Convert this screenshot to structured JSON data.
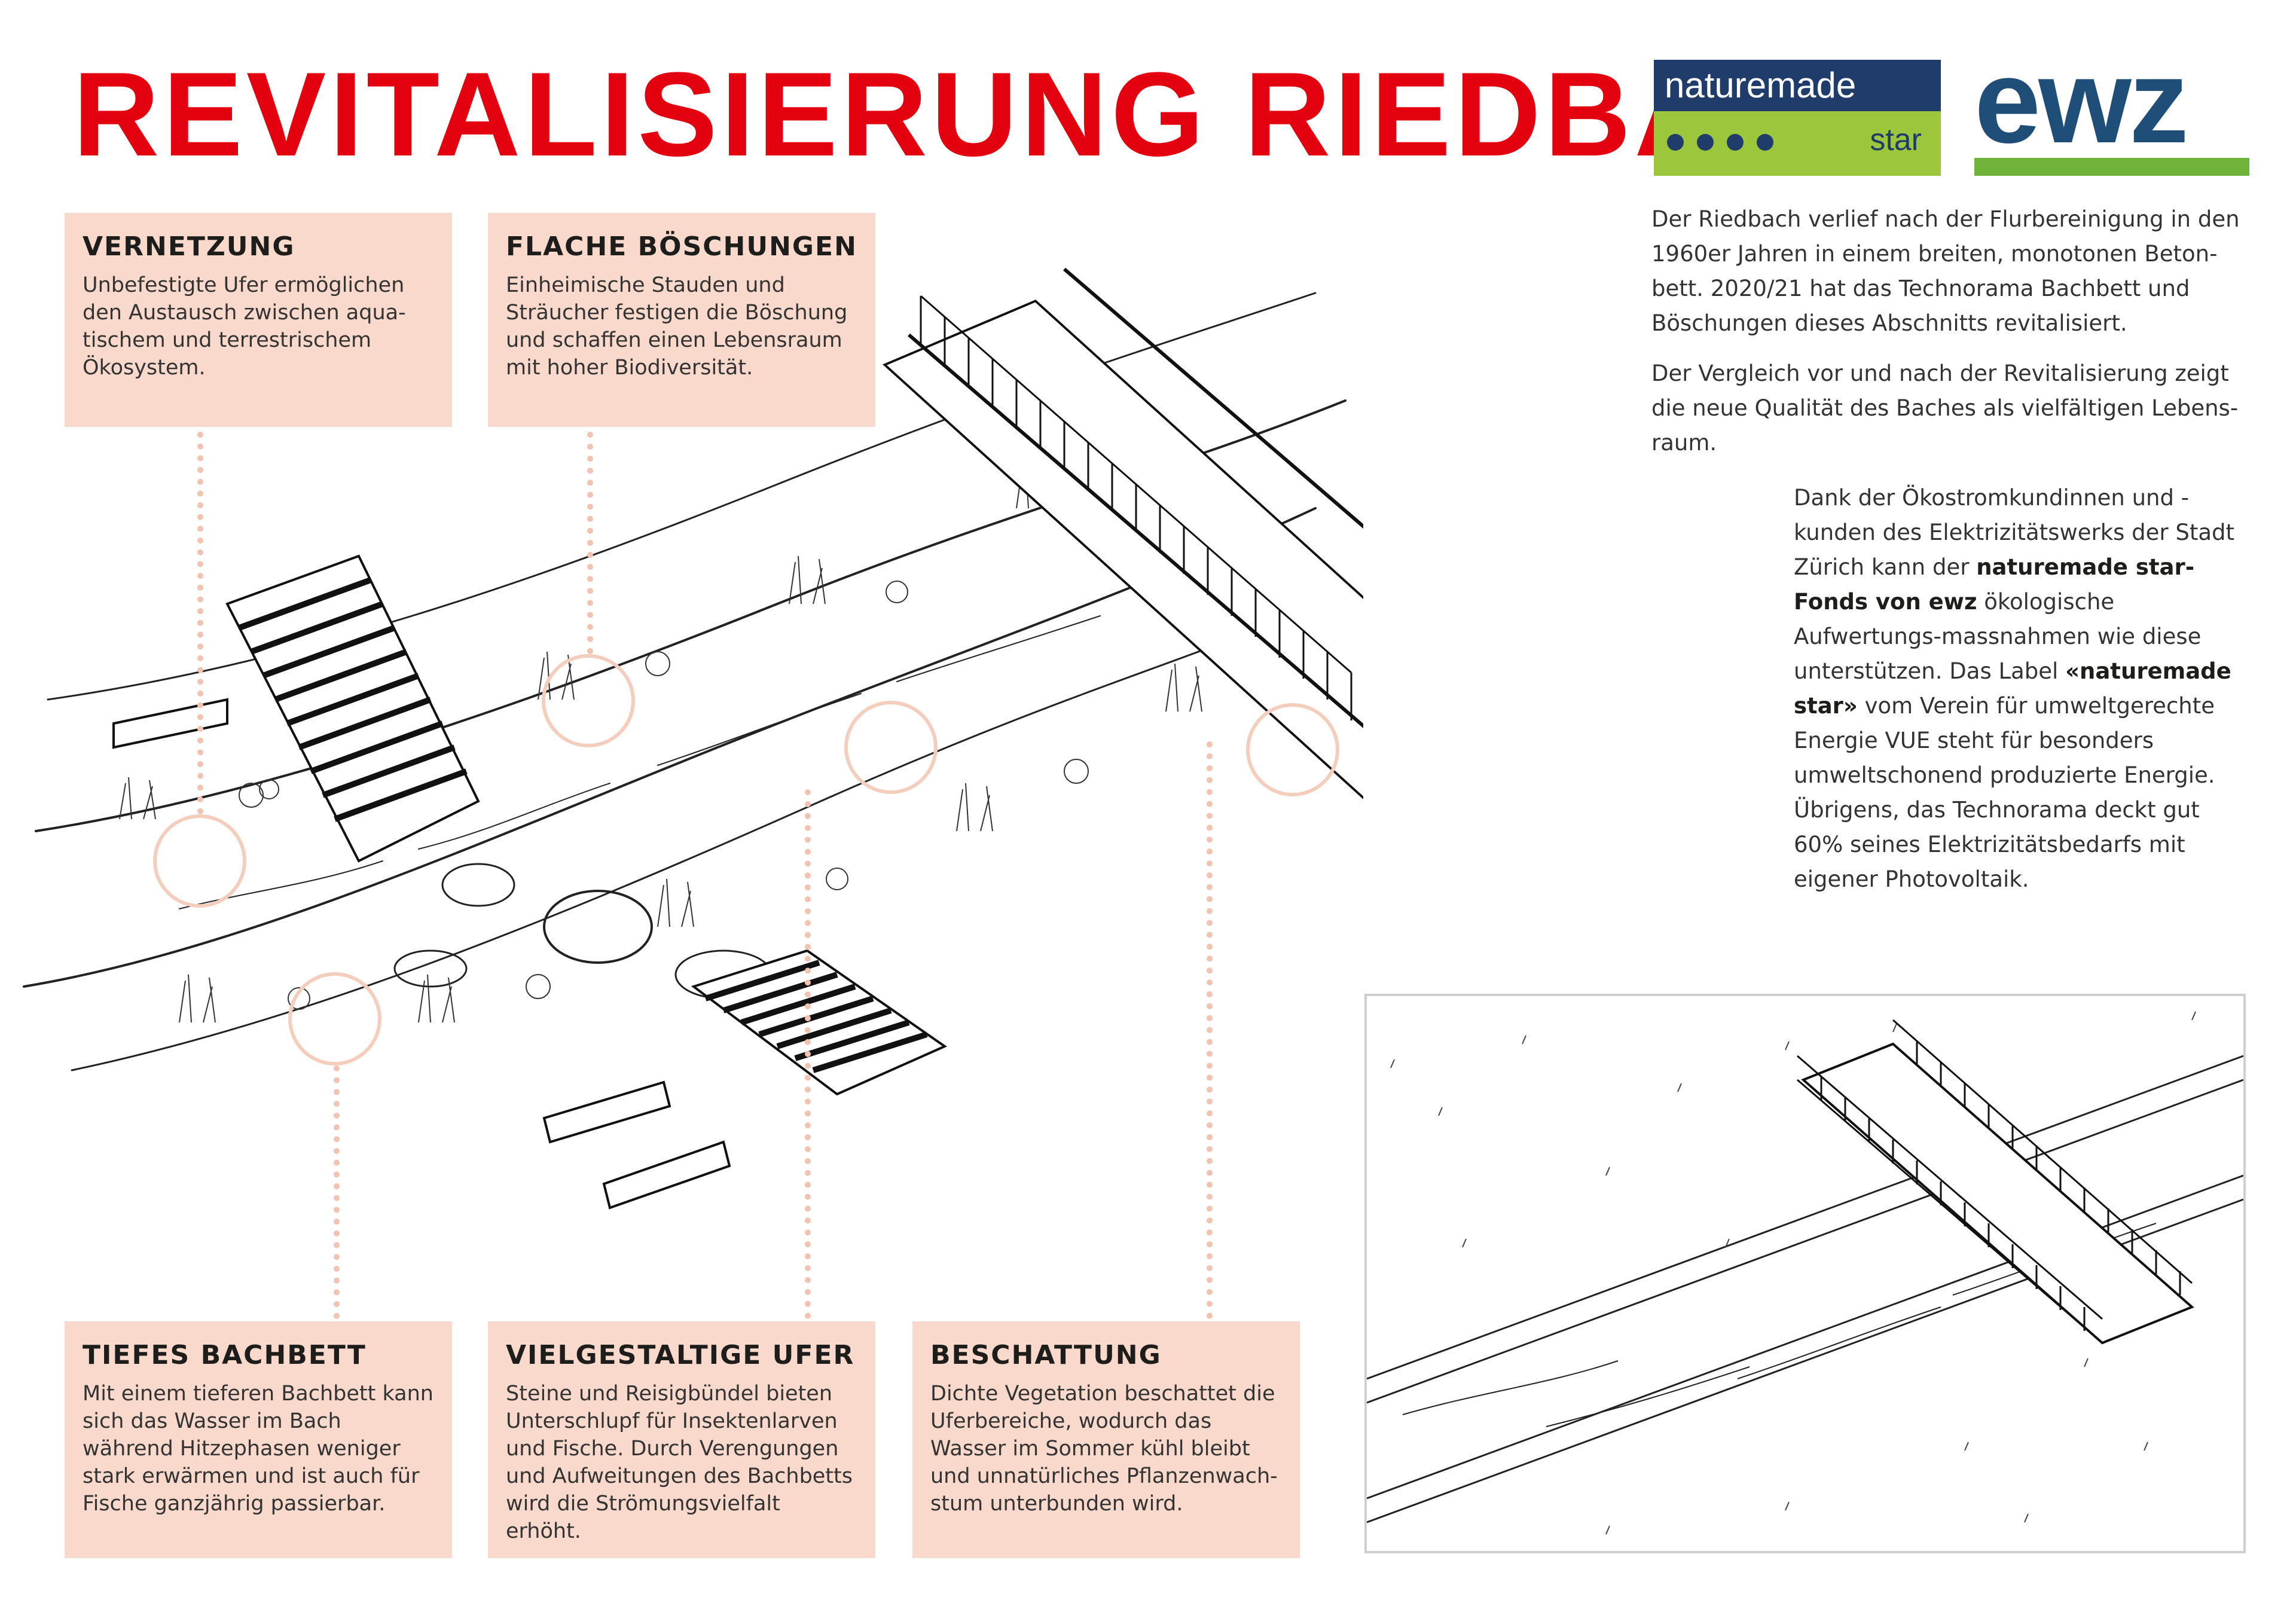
{
  "title": "REVITALISIERUNG RIEDBACH",
  "logos": {
    "naturemade": {
      "top_text": "naturemade",
      "bottom_text": "star",
      "colors": {
        "navy": "#1f3c6b",
        "green": "#9cc63b"
      }
    },
    "ewz": {
      "text": "ewz",
      "colors": {
        "blue": "#1f4e79",
        "green": "#6fb33b"
      }
    }
  },
  "colors": {
    "accent_red": "#e3000f",
    "card_bg": "#f8d9cc",
    "leader": "#f2c3b1"
  },
  "intro": {
    "p1": "Der Riedbach verlief nach der Flurbereinigung in den 1960er Jahren in einem breiten, monotonen Beton-bett. 2020/21 hat das Technorama Bachbett und Böschungen dieses Abschnitts revitalisiert.",
    "p2": "Der Vergleich vor und nach der Revitalisierung zeigt die neue Qualität des Baches als vielfältigen Lebens-raum.",
    "p3_pre": "Dank der Ökostromkundinnen und -kunden des Elektrizitätswerks der Stadt Zürich kann der ",
    "p3_bold1": "naturemade star-Fonds von ewz",
    "p3_mid": " ökologische Aufwertungs-massnahmen wie diese unterstützen. Das Label ",
    "p3_bold2": "«naturemade star»",
    "p3_post": " vom Verein für umweltgerechte Energie VUE steht für besonders umweltschonend produzierte Energie. Übrigens, das Technorama deckt gut 60% seines Elektrizitätsbedarfs mit eigener Photovoltaik."
  },
  "cards": {
    "vernetzung": {
      "title": "VERNETZUNG",
      "text": "Unbefestigte Ufer ermöglichen den Austausch zwischen aqua-tischem und terrestrischem Ökosystem."
    },
    "boeschungen": {
      "title": "FLACHE BÖSCHUNGEN",
      "text": "Einheimische Stauden und Sträucher festigen die Böschung und schaffen einen Lebensraum mit hoher Biodiversität."
    },
    "bachbett": {
      "title": "TIEFES BACHBETT",
      "text": "Mit einem tieferen Bachbett kann sich das Wasser im Bach während Hitzephasen weniger stark erwärmen und ist auch für Fische ganzjährig passierbar."
    },
    "ufer": {
      "title": "VIELGESTALTIGE UFER",
      "text": "Steine und Reisigbündel bieten Unterschlupf für Insektenlarven und Fische. Durch Verengungen und Aufweitungen des Bachbetts wird die Strömungsvielfalt erhöht."
    },
    "beschattung": {
      "title": "BESCHATTUNG",
      "text": "Dichte Vegetation beschattet die Uferbereiche, wodurch das Wasser im Sommer kühl bleibt und unnatürliches Pflanzenwach-stum unterbunden wird."
    }
  }
}
